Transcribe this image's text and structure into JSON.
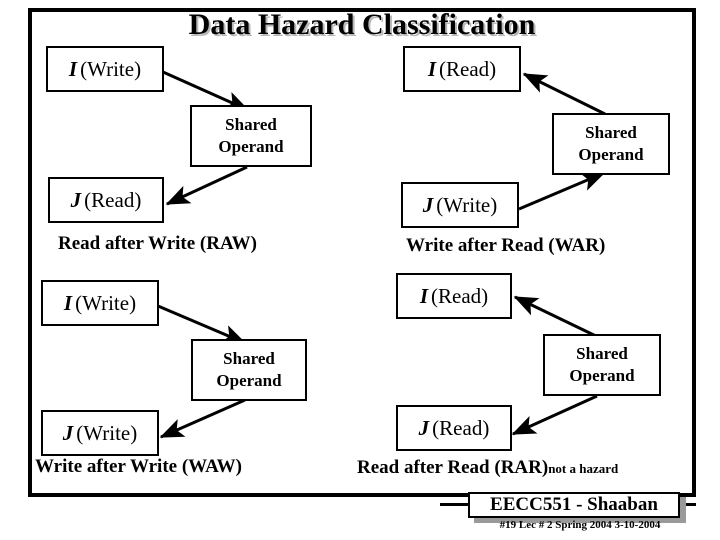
{
  "slide": {
    "title": "Data Hazard Classification",
    "background_color": "#ffffff",
    "ink_color": "#000000",
    "title_shadow_color": "#b8b8b8"
  },
  "panels": [
    {
      "id": "raw",
      "caption": "Read after Write  (RAW)",
      "caption_note": "",
      "top_box": {
        "italic": "I",
        "rest": "(Write)"
      },
      "bottom_box": {
        "italic": "J",
        "rest": "(Read)"
      },
      "operand_box": {
        "line1": "Shared",
        "line2": "Operand"
      },
      "arrow_top": "I-to-operand",
      "arrow_bottom": "operand-to-J"
    },
    {
      "id": "war",
      "caption": "Write after Read (WAR)",
      "caption_note": "",
      "top_box": {
        "italic": "I",
        "rest": "(Read)"
      },
      "bottom_box": {
        "italic": "J",
        "rest": "(Write)"
      },
      "operand_box": {
        "line1": "Shared",
        "line2": "Operand"
      },
      "arrow_top": "operand-to-I",
      "arrow_bottom": "J-to-operand"
    },
    {
      "id": "waw",
      "caption": "Write after Write  (WAW)",
      "caption_note": "",
      "top_box": {
        "italic": "I",
        "rest": "(Write)"
      },
      "bottom_box": {
        "italic": "J",
        "rest": "(Write)"
      },
      "operand_box": {
        "line1": "Shared",
        "line2": "Operand"
      },
      "arrow_top": "I-to-operand",
      "arrow_bottom": "operand-and-J-bidirectional"
    },
    {
      "id": "rar",
      "caption": "Read after Read  (RAR)",
      "caption_note": "not a hazard",
      "top_box": {
        "italic": "I",
        "rest": "(Read)"
      },
      "bottom_box": {
        "italic": "J",
        "rest": "(Read)"
      },
      "operand_box": {
        "line1": "Shared",
        "line2": "Operand"
      },
      "arrow_top": "operand-to-I",
      "arrow_bottom": "operand-to-J"
    }
  ],
  "footer": {
    "badge": "EECC551 - Shaaban",
    "meta": "#19   Lec # 2   Spring 2004   3-10-2004"
  }
}
